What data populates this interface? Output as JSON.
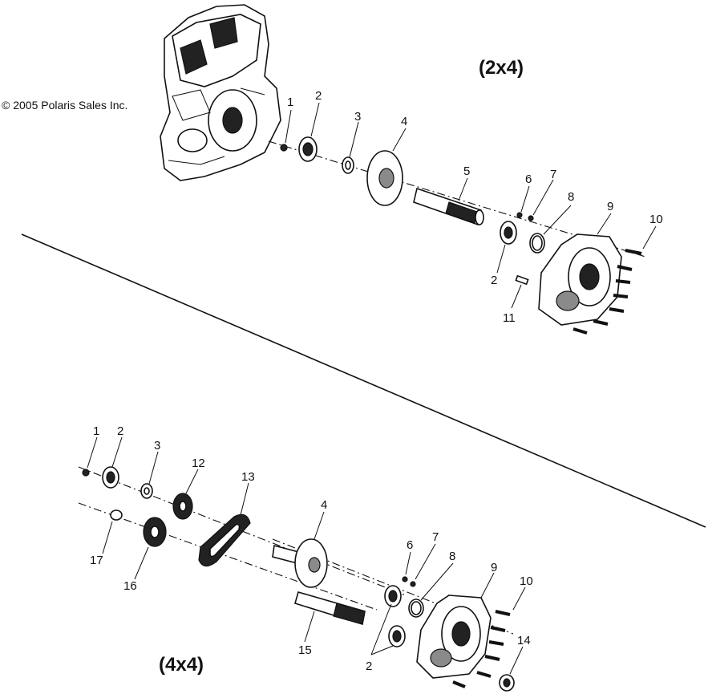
{
  "copyright": "© 2005 Polaris Sales Inc.",
  "sections": {
    "top": {
      "title": "(2x4)",
      "callouts": [
        "1",
        "2",
        "3",
        "4",
        "5",
        "6",
        "7",
        "8",
        "9",
        "10",
        "2",
        "11"
      ]
    },
    "bottom": {
      "title": "(4x4)",
      "callouts": [
        "1",
        "2",
        "3",
        "12",
        "13",
        "4",
        "17",
        "16",
        "6",
        "7",
        "8",
        "9",
        "10",
        "14",
        "15",
        "2"
      ]
    }
  }
}
